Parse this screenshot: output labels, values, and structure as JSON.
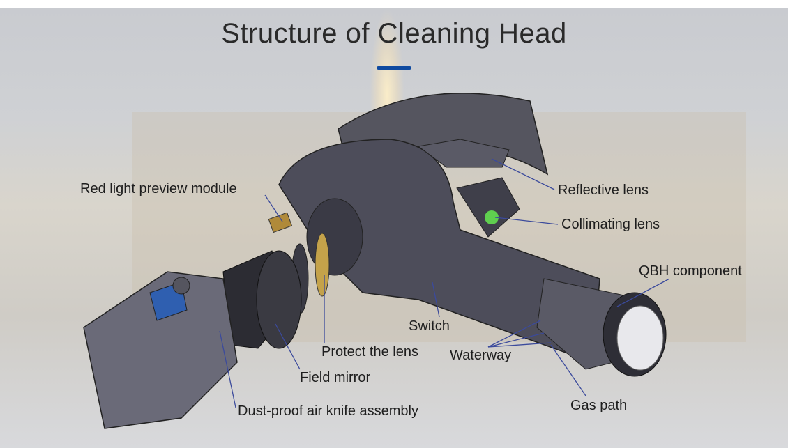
{
  "title": "Structure of Cleaning Head",
  "colors": {
    "accent": "#0f4aa0",
    "leader": "#3b4a9c",
    "body": "#4a4a58"
  },
  "labels": {
    "red_light": "Red light preview module",
    "reflective": "Reflective lens",
    "collimating": "Collimating lens",
    "qbh": "QBH component",
    "switch": "Switch",
    "protect": "Protect the lens",
    "waterway": "Waterway",
    "field_mirror": "Field mirror",
    "gas_path": "Gas path",
    "dust_proof": "Dust-proof air knife assembly"
  }
}
